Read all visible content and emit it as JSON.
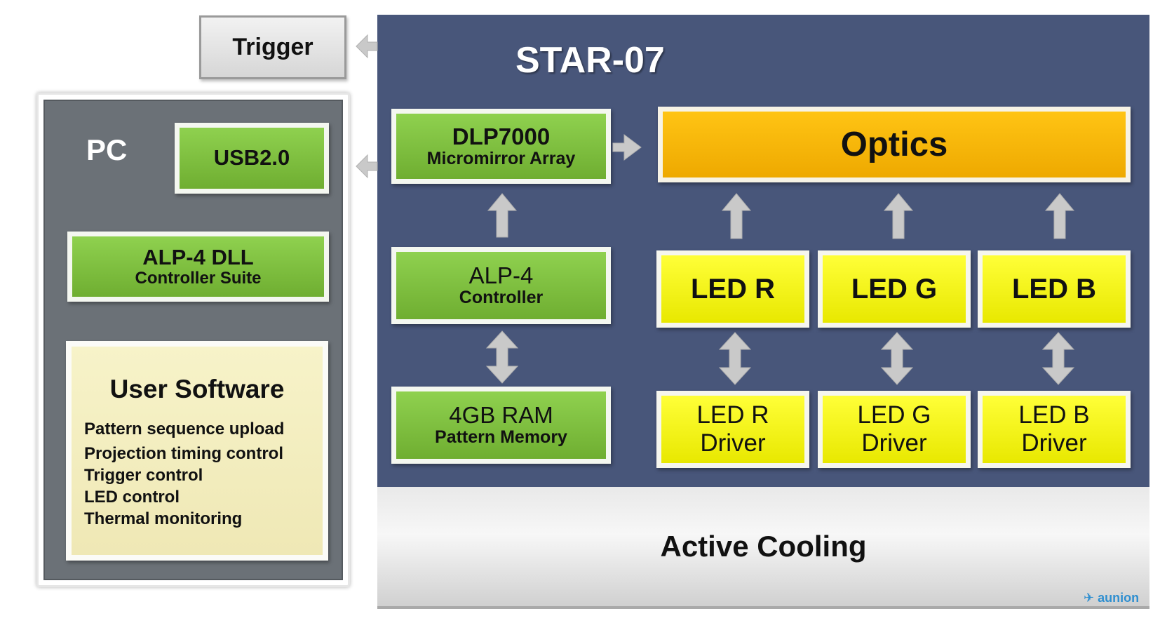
{
  "trigger": {
    "label": "Trigger"
  },
  "pc": {
    "label": "PC",
    "usb": {
      "label": "USB2.0"
    },
    "dll": {
      "line1": "ALP-4 DLL",
      "line2": "Controller Suite"
    },
    "software": {
      "title": "User Software",
      "items": [
        "Pattern sequence upload",
        "Projection timing control",
        "Trigger control",
        "LED control",
        "Thermal monitoring"
      ]
    }
  },
  "star": {
    "title": "STAR-07",
    "dlp": {
      "line1": "DLP7000",
      "line2": "Micromirror Array"
    },
    "alp": {
      "line1": "ALP-4",
      "line2": "Controller"
    },
    "ram": {
      "line1": "4GB RAM",
      "line2": "Pattern Memory"
    },
    "optics": {
      "label": "Optics"
    },
    "leds": [
      {
        "label": "LED R",
        "driver_line1": "LED R",
        "driver_line2": "Driver"
      },
      {
        "label": "LED G",
        "driver_line1": "LED G",
        "driver_line2": "Driver"
      },
      {
        "label": "LED B",
        "driver_line1": "LED B",
        "driver_line2": "Driver"
      }
    ]
  },
  "cooling": {
    "label": "Active Cooling"
  },
  "logo": {
    "text": "aunion"
  },
  "colors": {
    "star_panel": "#48567a",
    "pc_panel": "#6b7177",
    "green_box": "#7dc142",
    "yellow_box": "#ffff1a",
    "optics_box": "#f6b80a",
    "software_box": "#f3edc0",
    "arrow": "#c9c9c9"
  }
}
